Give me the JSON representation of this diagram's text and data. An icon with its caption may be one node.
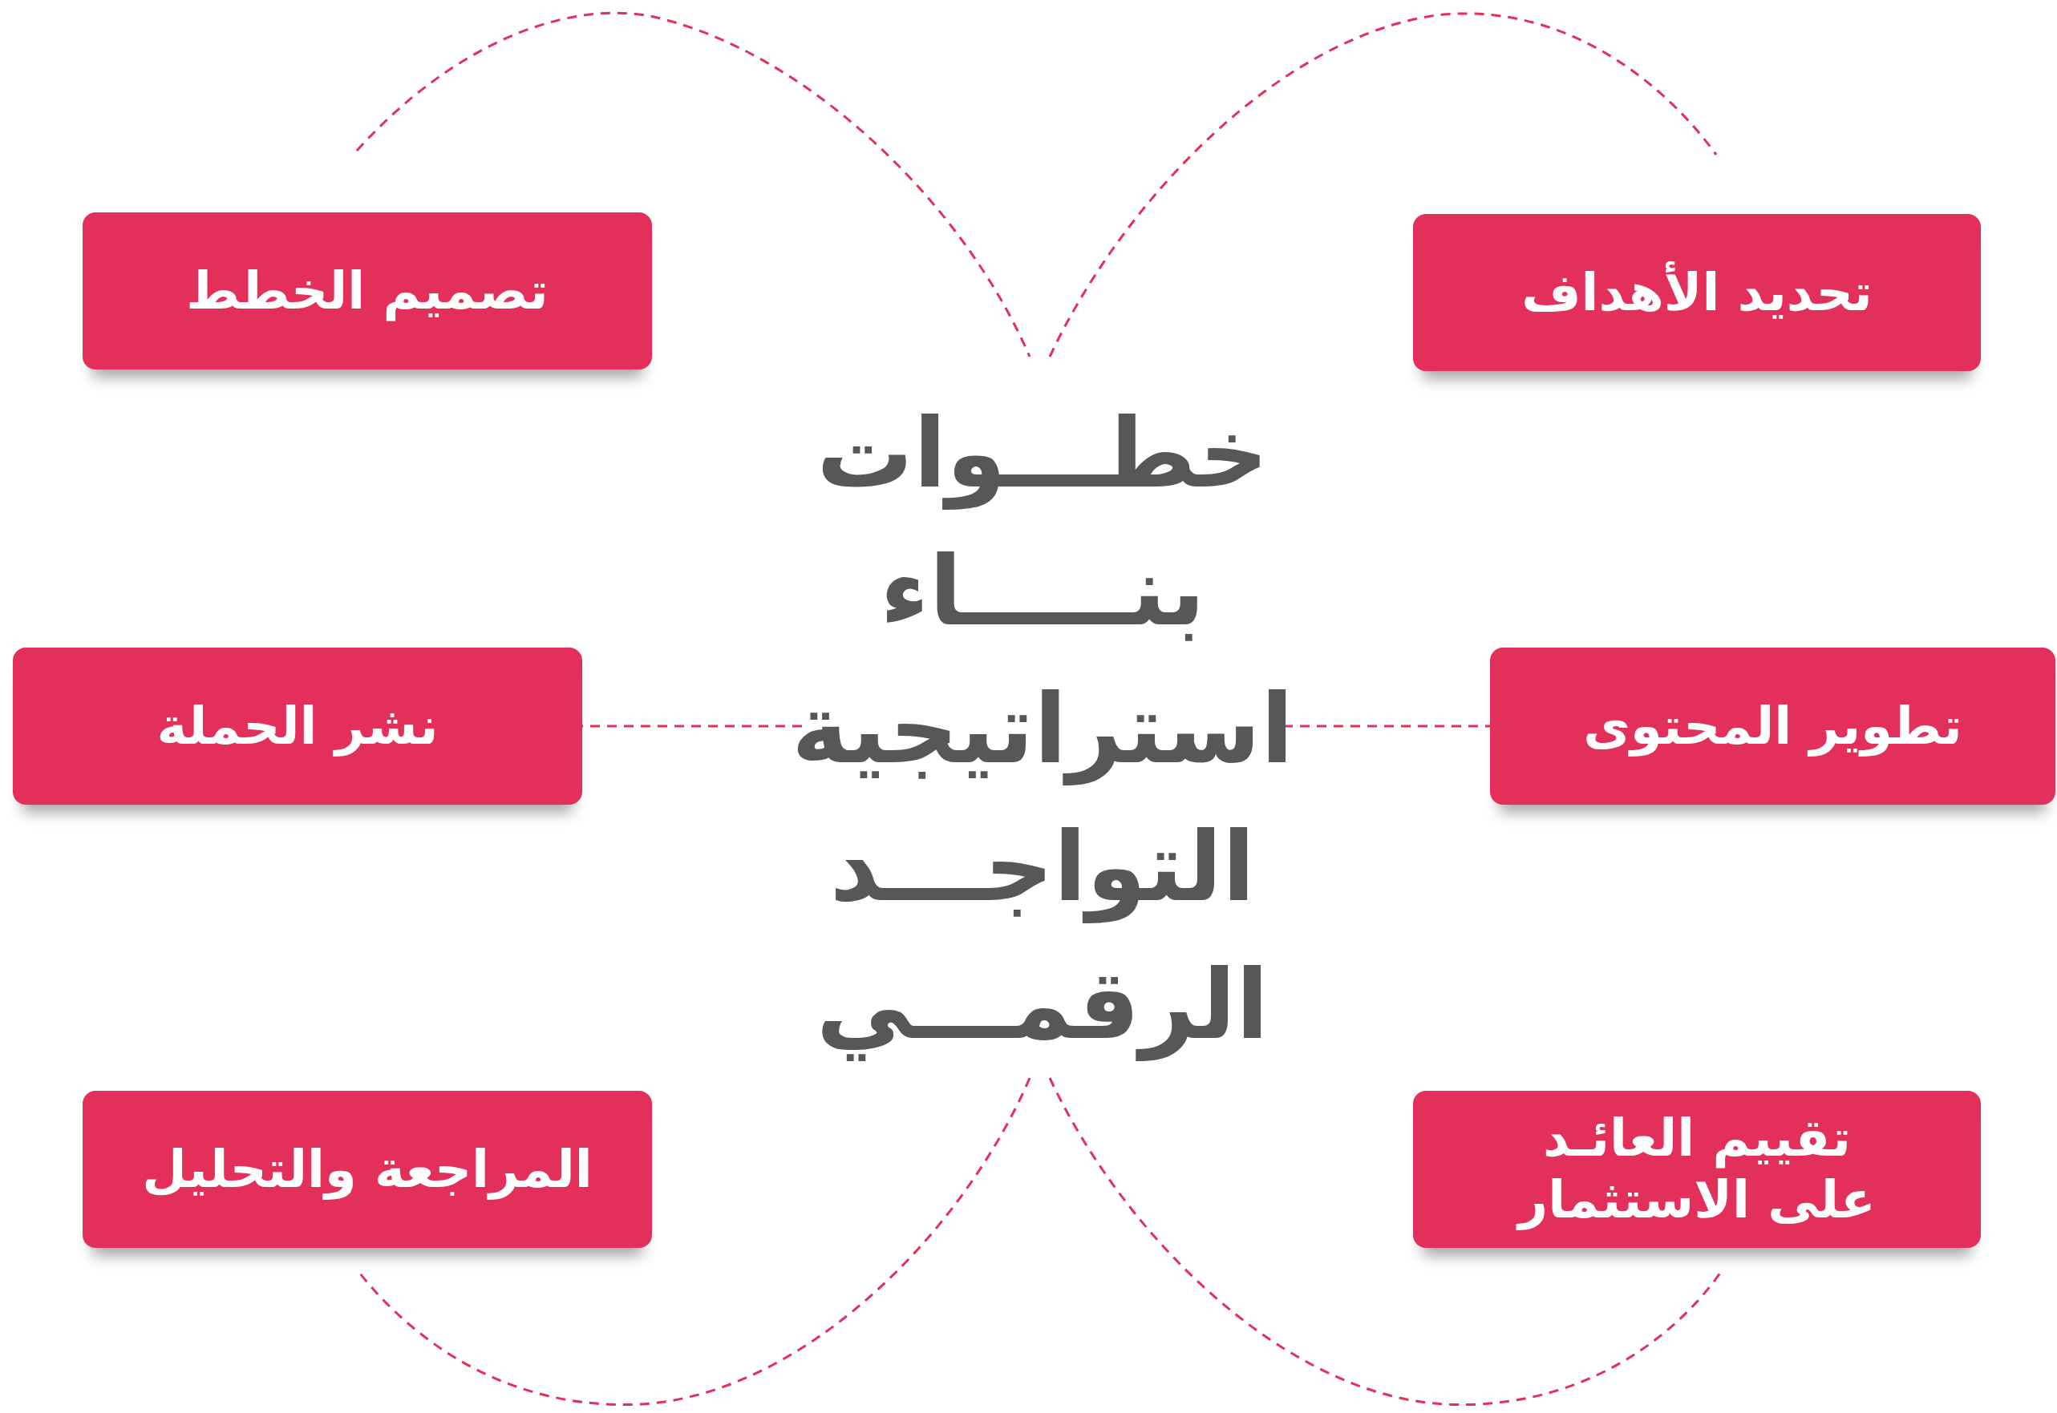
{
  "diagram": {
    "nodes": [
      {
        "text": [
          "خطـــوات بنـــــاء استراتيجية التواجـــد الرقمـــي"
        ]
      },
      {
        "text": [
          "تحديد الأهداف"
        ]
      },
      {
        "text": [
          "تصميم الخطط"
        ]
      },
      {
        "text": [
          "تطوير المحتوى"
        ]
      },
      {
        "text": [
          "نشر الحملة"
        ]
      },
      {
        "text": [
          "تقييم العائـد على الاستثمار"
        ]
      },
      {
        "text": [
          "المراجعة والتحليل"
        ]
      }
    ],
    "edges": [
      {
        "from": 0,
        "to": 3,
        "arrow": "none",
        "style": "dashed"
      },
      {
        "from": 0,
        "to": 4,
        "arrow": "none",
        "style": "dashed"
      }
    ]
  }
}
